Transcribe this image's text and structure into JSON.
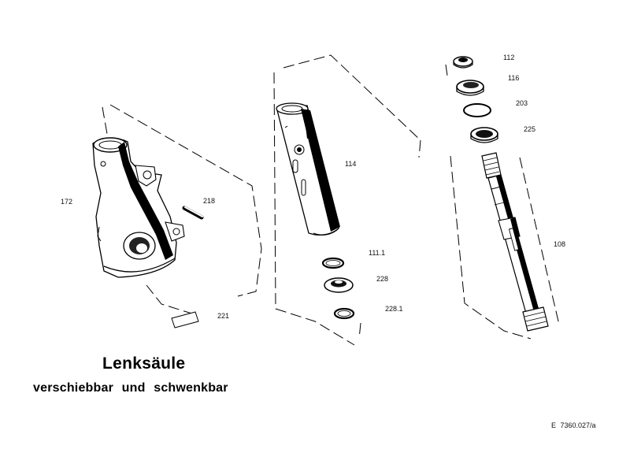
{
  "title": "Lenksäule",
  "subtitle": "verschiebbar und schwenkbar",
  "document_code": "E  7360.027/a",
  "part_numbers": {
    "p172": "172",
    "p218": "218",
    "p221": "221",
    "p114": "114",
    "p111_1": "111.1",
    "p228": "228",
    "p228_1": "228.1",
    "p112": "112",
    "p116": "116",
    "p203": "203",
    "p225": "225",
    "p108": "108"
  }
}
